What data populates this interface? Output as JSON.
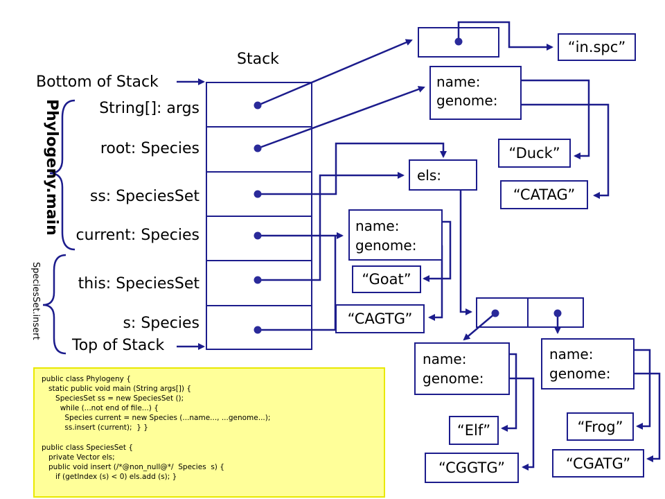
{
  "stack_title": "Stack",
  "bottom_label": "Bottom of Stack",
  "top_label": "Top of Stack",
  "frame_main": "Phylogeny.main",
  "frame_insert": "SpeciesSet.insert",
  "stack_vars": [
    "String[]: args",
    "root: Species",
    "ss: SpeciesSet",
    "current: Species",
    "this: SpeciesSet",
    "s: Species"
  ],
  "heap": {
    "els_label": "els:",
    "name_label": "name:",
    "genome_label": "genome:",
    "strings": {
      "in_spc": "“in.spc”",
      "duck": "“Duck”",
      "catag": "“CATAG”",
      "goat": "“Goat”",
      "cagtg": "“CAGTG”",
      "elf": "“Elf”",
      "cggtg": "“CGGTG”",
      "frog": "“Frog”",
      "cgatg": "“CGATG”"
    }
  },
  "code_lines": [
    "public class Phylogeny {",
    "   static public void main (String args[]) {",
    "      SpeciesSet ss = new SpeciesSet ();",
    "        while (...not end of file...) {",
    "          Species current = new Species (...name..., ...genome...);",
    "          ss.insert (current);  } }",
    "",
    "public class SpeciesSet {",
    "   private Vector els;",
    "   public void insert (/*@non_null@*/  Species  s) {",
    "      if (getIndex (s) < 0) els.add (s); }"
  ],
  "colors": {
    "line": "#1c1c8c",
    "dot": "#2a2a9a",
    "code_bg": "#ffff99"
  }
}
